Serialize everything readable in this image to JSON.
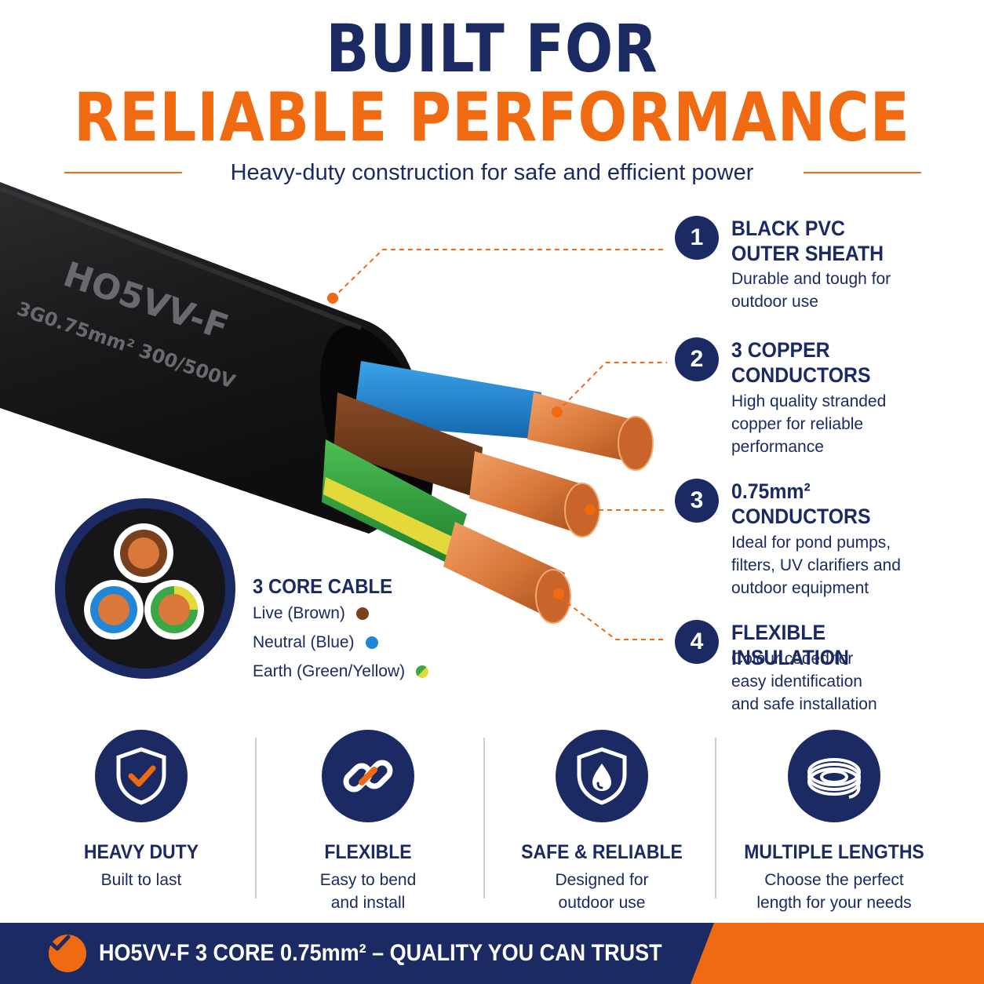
{
  "header": {
    "title_line1": "BUILT FOR",
    "title_line2": "RELIABLE PERFORMANCE",
    "subtitle": "Heavy-duty construction for safe and efficient power"
  },
  "cable": {
    "print_line1": "HO5VV-F",
    "print_line2": "3G0.75mm²  300/500V"
  },
  "features": [
    {
      "number": "1",
      "title_line1": "BLACK PVC",
      "title_line2": "OUTER SHEATH",
      "desc_line1": "Durable and tough for",
      "desc_line2": "outdoor use",
      "desc_line3": ""
    },
    {
      "number": "2",
      "title_line1": "3 COPPER",
      "title_line2": "CONDUCTORS",
      "desc_line1": "High quality stranded",
      "desc_line2": "copper for reliable",
      "desc_line3": "performance"
    },
    {
      "number": "3",
      "title_line1": "0.75mm²",
      "title_line2": "CONDUCTORS",
      "desc_line1": "Ideal for pond pumps,",
      "desc_line2": "filters, UV clarifiers and",
      "desc_line3": "outdoor equipment"
    },
    {
      "number": "4",
      "title_line1": "FLEXIBLE INSULATION",
      "title_line2": "",
      "desc_line1": "Colour coded for",
      "desc_line2": "easy identification",
      "desc_line3": "and safe installation"
    }
  ],
  "legend": {
    "title": "3 CORE CABLE",
    "items": [
      {
        "label": "Live (Brown)",
        "color": "#7a3f1c"
      },
      {
        "label": "Neutral (Blue)",
        "color": "#1f86d8"
      },
      {
        "label": "Earth (Green/Yellow)",
        "color": "#3aa845"
      }
    ]
  },
  "benefits": [
    {
      "icon": "shield-check-icon",
      "title": "HEAVY DUTY",
      "desc_line1": "Built to last",
      "desc_line2": ""
    },
    {
      "icon": "chain-link-icon",
      "title": "FLEXIBLE",
      "desc_line1": "Easy to bend",
      "desc_line2": "and install"
    },
    {
      "icon": "shield-water-drop-icon",
      "title": "SAFE & RELIABLE",
      "desc_line1": "Designed for",
      "desc_line2": "outdoor use"
    },
    {
      "icon": "cable-coil-icon",
      "title": "MULTIPLE LENGTHS",
      "desc_line1": "Choose the perfect",
      "desc_line2": "length for your needs"
    }
  ],
  "footer": {
    "text": "HO5VV-F 3 CORE 0.75mm² – QUALITY YOU CAN TRUST"
  },
  "colors": {
    "navy": "#1b2a63",
    "orange": "#f06a12",
    "sheath": "#1c1c1e",
    "copper": "#d9783a"
  }
}
